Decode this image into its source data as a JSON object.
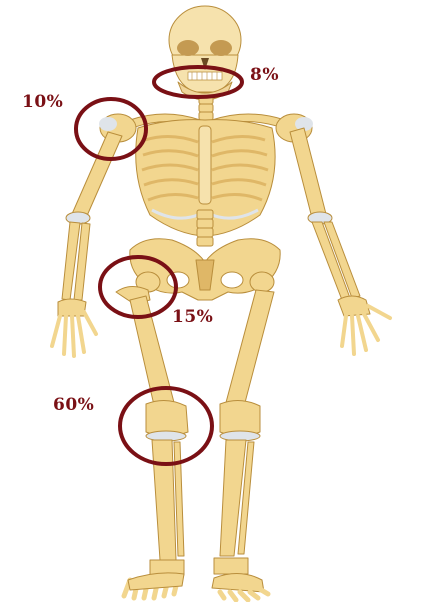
{
  "colors": {
    "bone": "#f2d68f",
    "bone_shade": "#dfb767",
    "bone_outline": "#b98e3c",
    "cartilage": "#dfe4ea",
    "skull": "#f6e2ad",
    "marker": "#7a1015"
  },
  "markers": [
    {
      "site": "jaw",
      "label": "8%"
    },
    {
      "site": "shoulder",
      "label": "10%"
    },
    {
      "site": "hip",
      "label": "15%"
    },
    {
      "site": "knee",
      "label": "60%"
    }
  ]
}
